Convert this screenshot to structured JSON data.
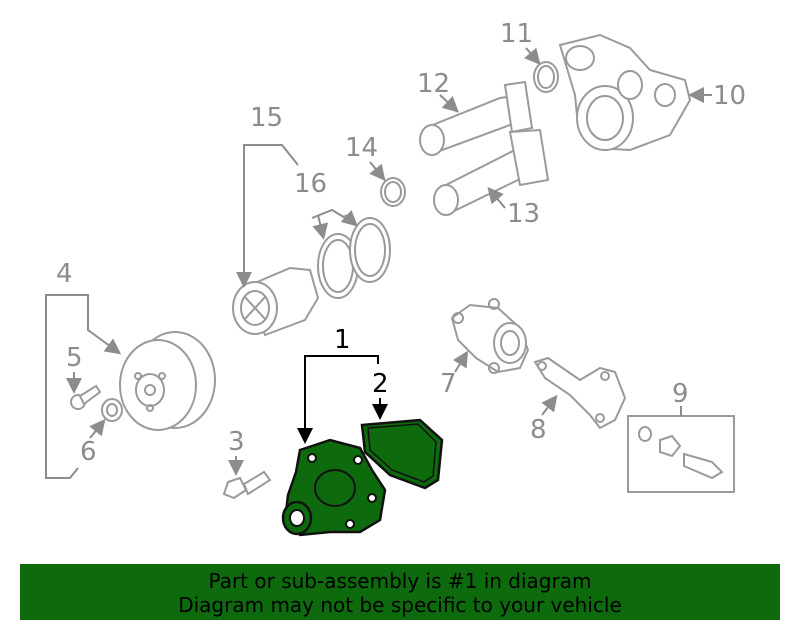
{
  "callouts": {
    "c1": "1",
    "c2": "2",
    "c3": "3",
    "c4": "4",
    "c5": "5",
    "c6": "6",
    "c7": "7",
    "c8": "8",
    "c9": "9",
    "c10": "10",
    "c11": "11",
    "c12": "12",
    "c13": "13",
    "c14": "14",
    "c15": "15",
    "c16": "16"
  },
  "colors": {
    "highlight": "#0d6a0d",
    "part_outline": "#9a9a9a",
    "banner_bg": "#0d6a0d"
  },
  "banner": {
    "line1": "Part or sub-assembly is #1 in diagram",
    "line2": "Diagram may not be specific to your vehicle"
  }
}
